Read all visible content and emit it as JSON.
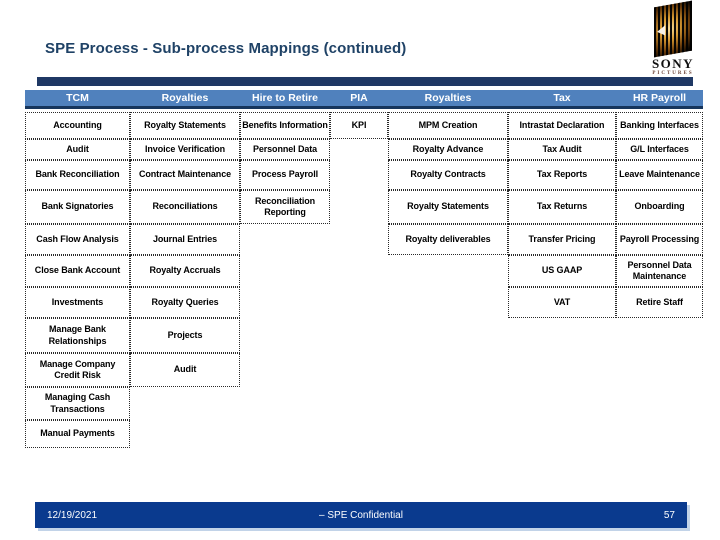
{
  "slide": {
    "title": "SPE Process - Sub-process Mappings (continued)"
  },
  "logo": {
    "brand": "SONY",
    "sub": "PICTURES"
  },
  "footer": {
    "date": "12/19/2021",
    "center": "– SPE Confidential",
    "page": "57"
  },
  "colors": {
    "title_text": "#1F4266",
    "top_bar": "#1F3864",
    "header_bg": "#5081BD",
    "header_border": "#16355C",
    "footer_bg": "#0A3A8E",
    "cell_border": "#2A2A2A"
  },
  "table": {
    "columns": [
      {
        "header": "TCM",
        "items": [
          "Accounting",
          "Audit",
          "Bank Reconciliation",
          "Bank Signatories",
          "Cash Flow Analysis",
          "Close Bank Account",
          "Investments",
          "Manage Bank Relationships",
          "Manage Company Credit Risk",
          "Managing Cash Transactions",
          "Manual Payments"
        ]
      },
      {
        "header": "Royalties",
        "items": [
          "Royalty Statements",
          "Invoice Verification",
          "Contract Maintenance",
          "Reconciliations",
          "Journal Entries",
          "Royalty Accruals",
          "Royalty Queries",
          "Projects",
          "Audit"
        ]
      },
      {
        "header": "Hire to Retire",
        "items": [
          "Benefits Information",
          "Personnel Data",
          "Process Payroll",
          "Reconciliation Reporting"
        ]
      },
      {
        "header": "PIA",
        "items": [
          "KPI"
        ]
      },
      {
        "header": "Royalties",
        "items": [
          "MPM Creation",
          "Royalty Advance",
          "Royalty Contracts",
          "Royalty Statements",
          "Royalty deliverables"
        ]
      },
      {
        "header": "Tax",
        "items": [
          "Intrastat Declaration",
          "Tax Audit",
          "Tax Reports",
          "Tax Returns",
          "Transfer Pricing",
          "US GAAP",
          "VAT"
        ]
      },
      {
        "header": "HR Payroll",
        "items": [
          "Banking Interfaces",
          "G/L Interfaces",
          "Leave Maintenance",
          "Onboarding",
          "Payroll Processing",
          "Personnel Data Maintenance",
          "Retire Staff"
        ]
      }
    ]
  }
}
